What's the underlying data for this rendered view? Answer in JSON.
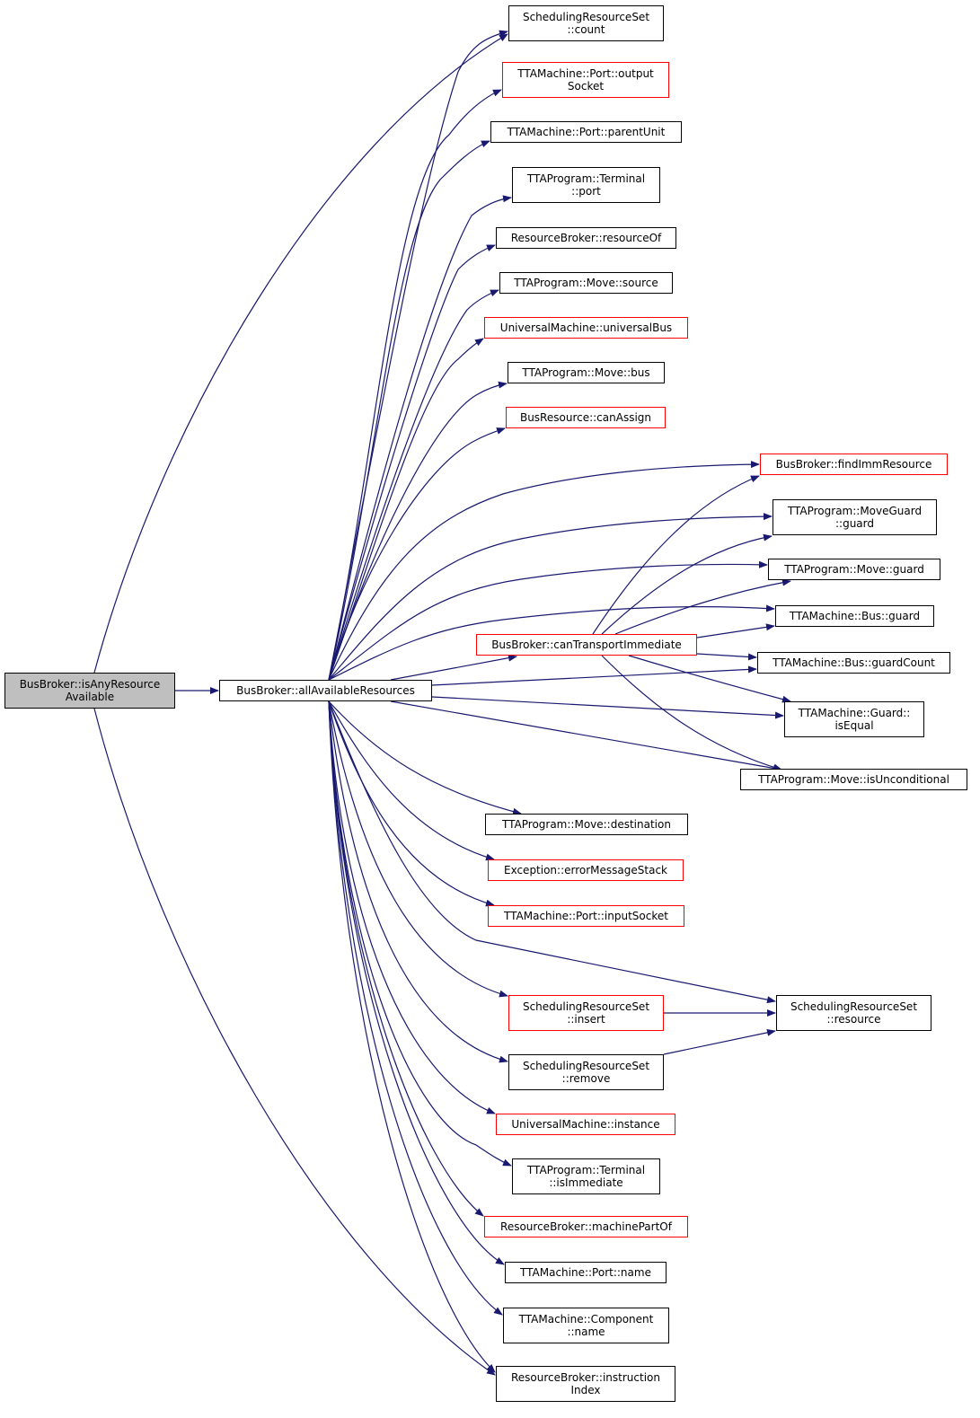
{
  "colors": {
    "edge": "#191970",
    "border_default": "#000000",
    "border_incomplete": "#ff0000",
    "root_fill": "#bfbfbf"
  },
  "nodes": [
    {
      "id": "isAny",
      "lines": [
        "BusBroker::isAnyResource",
        "Available"
      ],
      "root": true
    },
    {
      "id": "allAvail",
      "lines": [
        "BusBroker::allAvailableResources"
      ]
    },
    {
      "id": "srsCount",
      "lines": [
        "SchedulingResourceSet",
        "::count"
      ]
    },
    {
      "id": "portOutSock",
      "lines": [
        "TTAMachine::Port::output",
        "Socket"
      ],
      "red": true
    },
    {
      "id": "portParent",
      "lines": [
        "TTAMachine::Port::parentUnit"
      ]
    },
    {
      "id": "termPort",
      "lines": [
        "TTAProgram::Terminal",
        "::port"
      ]
    },
    {
      "id": "rbResOf",
      "lines": [
        "ResourceBroker::resourceOf"
      ]
    },
    {
      "id": "moveSource",
      "lines": [
        "TTAProgram::Move::source"
      ]
    },
    {
      "id": "umUnivBus",
      "lines": [
        "UniversalMachine::universalBus"
      ],
      "red": true
    },
    {
      "id": "moveBus",
      "lines": [
        "TTAProgram::Move::bus"
      ]
    },
    {
      "id": "busResCanAssign",
      "lines": [
        "BusResource::canAssign"
      ],
      "red": true
    },
    {
      "id": "bbFindImm",
      "lines": [
        "BusBroker::findImmResource"
      ],
      "red": true
    },
    {
      "id": "mgGuard",
      "lines": [
        "TTAProgram::MoveGuard",
        "::guard"
      ]
    },
    {
      "id": "moveGuard",
      "lines": [
        "TTAProgram::Move::guard"
      ]
    },
    {
      "id": "busGuard",
      "lines": [
        "TTAMachine::Bus::guard"
      ]
    },
    {
      "id": "bbCanTransImm",
      "lines": [
        "BusBroker::canTransportImmediate"
      ],
      "red": true
    },
    {
      "id": "busGuardCount",
      "lines": [
        "TTAMachine::Bus::guardCount"
      ]
    },
    {
      "id": "guardIsEqual",
      "lines": [
        "TTAMachine::Guard::",
        "isEqual"
      ]
    },
    {
      "id": "moveIsUncond",
      "lines": [
        "TTAProgram::Move::isUnconditional"
      ]
    },
    {
      "id": "moveDest",
      "lines": [
        "TTAProgram::Move::destination"
      ]
    },
    {
      "id": "excErrStack",
      "lines": [
        "Exception::errorMessageStack"
      ],
      "red": true
    },
    {
      "id": "portInSock",
      "lines": [
        "TTAMachine::Port::inputSocket"
      ],
      "red": true
    },
    {
      "id": "srsResource",
      "lines": [
        "SchedulingResourceSet",
        "::resource"
      ]
    },
    {
      "id": "srsInsert",
      "lines": [
        "SchedulingResourceSet",
        "::insert"
      ],
      "red": true
    },
    {
      "id": "srsRemove",
      "lines": [
        "SchedulingResourceSet",
        "::remove"
      ]
    },
    {
      "id": "umInstance",
      "lines": [
        "UniversalMachine::instance"
      ],
      "red": true
    },
    {
      "id": "termIsImm",
      "lines": [
        "TTAProgram::Terminal",
        "::isImmediate"
      ]
    },
    {
      "id": "rbMachPart",
      "lines": [
        "ResourceBroker::machinePartOf"
      ],
      "red": true
    },
    {
      "id": "portName",
      "lines": [
        "TTAMachine::Port::name"
      ]
    },
    {
      "id": "compName",
      "lines": [
        "TTAMachine::Component",
        "::name"
      ]
    },
    {
      "id": "rbInstrIdx",
      "lines": [
        "ResourceBroker::instruction",
        "Index"
      ]
    }
  ]
}
